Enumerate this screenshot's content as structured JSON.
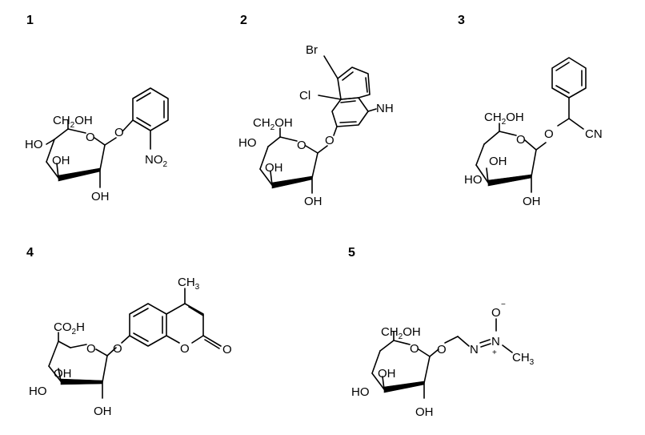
{
  "compounds": [
    {
      "number": "1",
      "labels": {
        "ch2oh": "CH",
        "ch2oh_sub": "2",
        "ch2oh_tail": "OH",
        "ring_o": "O",
        "ho": "HO",
        "oh_mid": "OH",
        "oh_bottom": "OH",
        "link_o": "O",
        "no2": "NO",
        "no2_sub": "2"
      }
    },
    {
      "number": "2",
      "labels": {
        "ch2oh": "CH",
        "ch2oh_sub": "2",
        "ch2oh_tail": "OH",
        "ring_o": "O",
        "ho": "HO",
        "oh_mid": "OH",
        "oh_bottom": "OH",
        "link_o": "O",
        "br": "Br",
        "cl": "Cl",
        "nh": "NH"
      }
    },
    {
      "number": "3",
      "labels": {
        "ch2oh": "CH",
        "ch2oh_sub": "2",
        "ch2oh_tail": "OH",
        "ring_o": "O",
        "ho": "HO",
        "oh_mid": "OH",
        "oh_bottom": "OH",
        "link_o": "O",
        "cn": "CN"
      }
    },
    {
      "number": "4",
      "labels": {
        "co2h": "CO",
        "co2h_sub": "2",
        "co2h_tail": "H",
        "ring_o": "O",
        "ho": "HO",
        "oh_mid": "OH",
        "oh_bottom": "OH",
        "link_o": "O",
        "ch3": "CH",
        "ch3_sub": "3",
        "lactone_o": "O",
        "carbonyl_o": "O"
      }
    },
    {
      "number": "5",
      "labels": {
        "ch2oh": "CH",
        "ch2oh_sub": "2",
        "ch2oh_tail": "OH",
        "ring_o": "O",
        "ho": "HO",
        "oh_mid": "OH",
        "oh_bottom": "OH",
        "link_o": "O",
        "n_left": "N",
        "n_right": "N",
        "o_minus": "O",
        "minus": "−",
        "plus": "+",
        "ch3": "CH",
        "ch3_sub": "3"
      }
    }
  ]
}
